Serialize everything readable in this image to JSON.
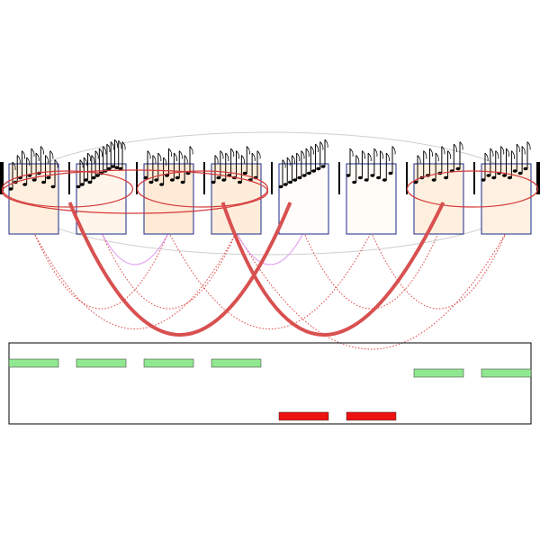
{
  "segments": [
    {
      "id": 1,
      "shade": 0.55,
      "group": "upper",
      "contour": [
        0.0,
        0.3,
        0.5,
        0.2,
        0.6,
        0.4,
        0.7,
        0.3,
        0.5,
        0.1
      ]
    },
    {
      "id": 2,
      "shade": 0.35,
      "group": "upper",
      "contour": [
        0.1,
        0.2,
        0.4,
        0.3,
        0.5,
        0.6,
        0.7,
        0.8,
        0.9,
        1.0,
        0.95,
        0.9
      ]
    },
    {
      "id": 3,
      "shade": 0.7,
      "group": "upper",
      "contour": [
        0.5,
        0.3,
        0.4,
        0.2,
        0.6,
        0.4,
        0.5,
        0.3,
        0.7
      ]
    },
    {
      "id": 4,
      "shade": 0.6,
      "group": "upper",
      "contour": [
        0.3,
        0.5,
        0.4,
        0.6,
        0.5,
        0.3,
        0.7,
        0.4,
        0.5
      ]
    },
    {
      "id": 5,
      "shade": 0.1,
      "group": "lower",
      "contour": [
        0.1,
        0.2,
        0.3,
        0.4,
        0.5,
        0.6,
        0.7,
        0.8,
        0.9,
        1.0
      ]
    },
    {
      "id": 6,
      "shade": 0.15,
      "group": "lower",
      "contour": [
        0.6,
        0.3,
        0.5,
        0.4,
        0.6,
        0.5,
        0.4,
        0.7
      ]
    },
    {
      "id": 7,
      "shade": 0.55,
      "group": "middle",
      "contour": [
        0.3,
        0.5,
        0.6,
        0.4,
        0.7,
        0.5,
        0.8,
        0.9
      ]
    },
    {
      "id": 8,
      "shade": 0.5,
      "group": "middle",
      "contour": [
        0.4,
        0.6,
        0.5,
        0.7,
        0.6,
        0.5,
        0.8,
        0.7,
        0.9
      ]
    }
  ],
  "strong_links": [
    [
      1,
      5
    ],
    [
      3,
      7
    ]
  ],
  "dotted_links": [
    [
      1,
      3
    ],
    [
      1,
      4
    ],
    [
      2,
      4
    ],
    [
      3,
      6
    ],
    [
      4,
      8
    ],
    [
      5,
      7
    ],
    [
      6,
      8
    ]
  ],
  "violet_links": [
    [
      2,
      3
    ],
    [
      4,
      5
    ]
  ],
  "ellipse_links": [
    [
      1,
      2
    ],
    [
      1,
      4
    ],
    [
      3,
      4
    ],
    [
      7,
      8
    ]
  ],
  "grey_span": [
    1,
    8
  ],
  "bar_colors": {
    "upper": "#90e890",
    "middle": "#90e890",
    "lower": "#ee1111"
  }
}
